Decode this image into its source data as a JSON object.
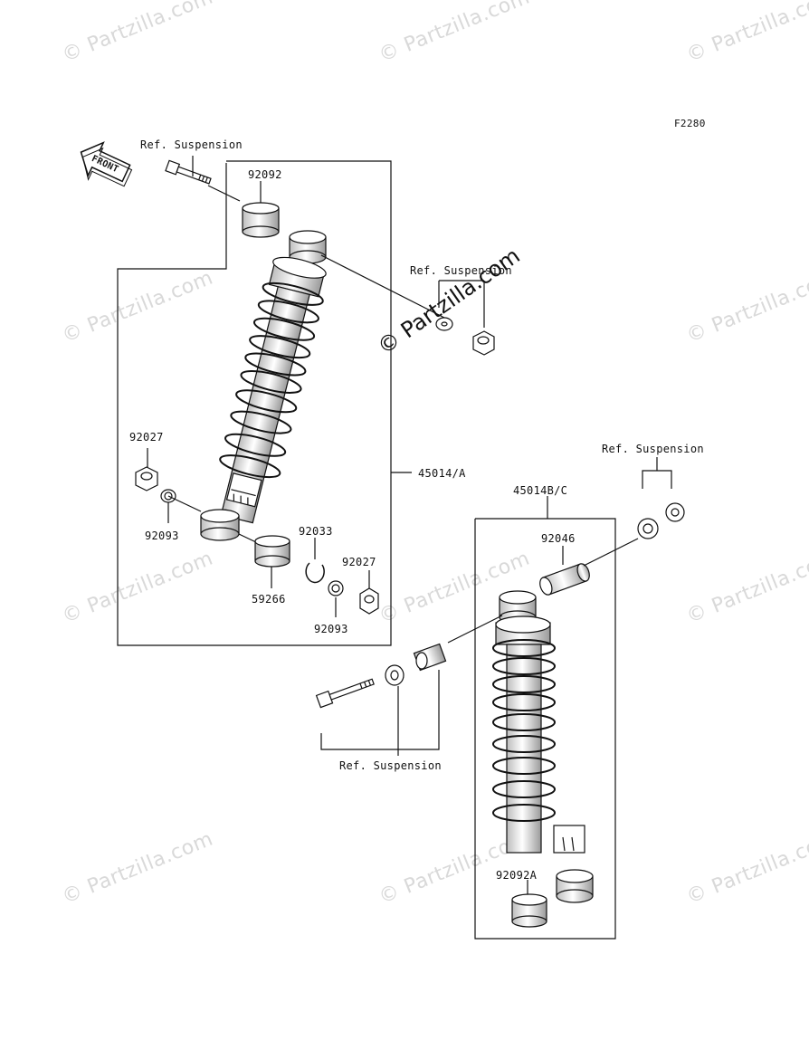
{
  "diagram_code": "F2280",
  "front_label": "FRONT",
  "watermark": "© Partzilla.com",
  "watermark_center": "© Partzilla.com",
  "labels": {
    "ref_suspension_1": "Ref. Suspension",
    "ref_suspension_2": "Ref. Suspension",
    "ref_suspension_3": "Ref. Suspension",
    "ref_suspension_4": "Ref. Suspension",
    "p92092": "92092",
    "p92027_a": "92027",
    "p92093_a": "92093",
    "p45014a": "45014/A",
    "p92033": "92033",
    "p92027_b": "92027",
    "p59266": "59266",
    "p92093_b": "92093",
    "p45014bc": "45014B/C",
    "p92046": "92046",
    "p92092a": "92092A"
  }
}
